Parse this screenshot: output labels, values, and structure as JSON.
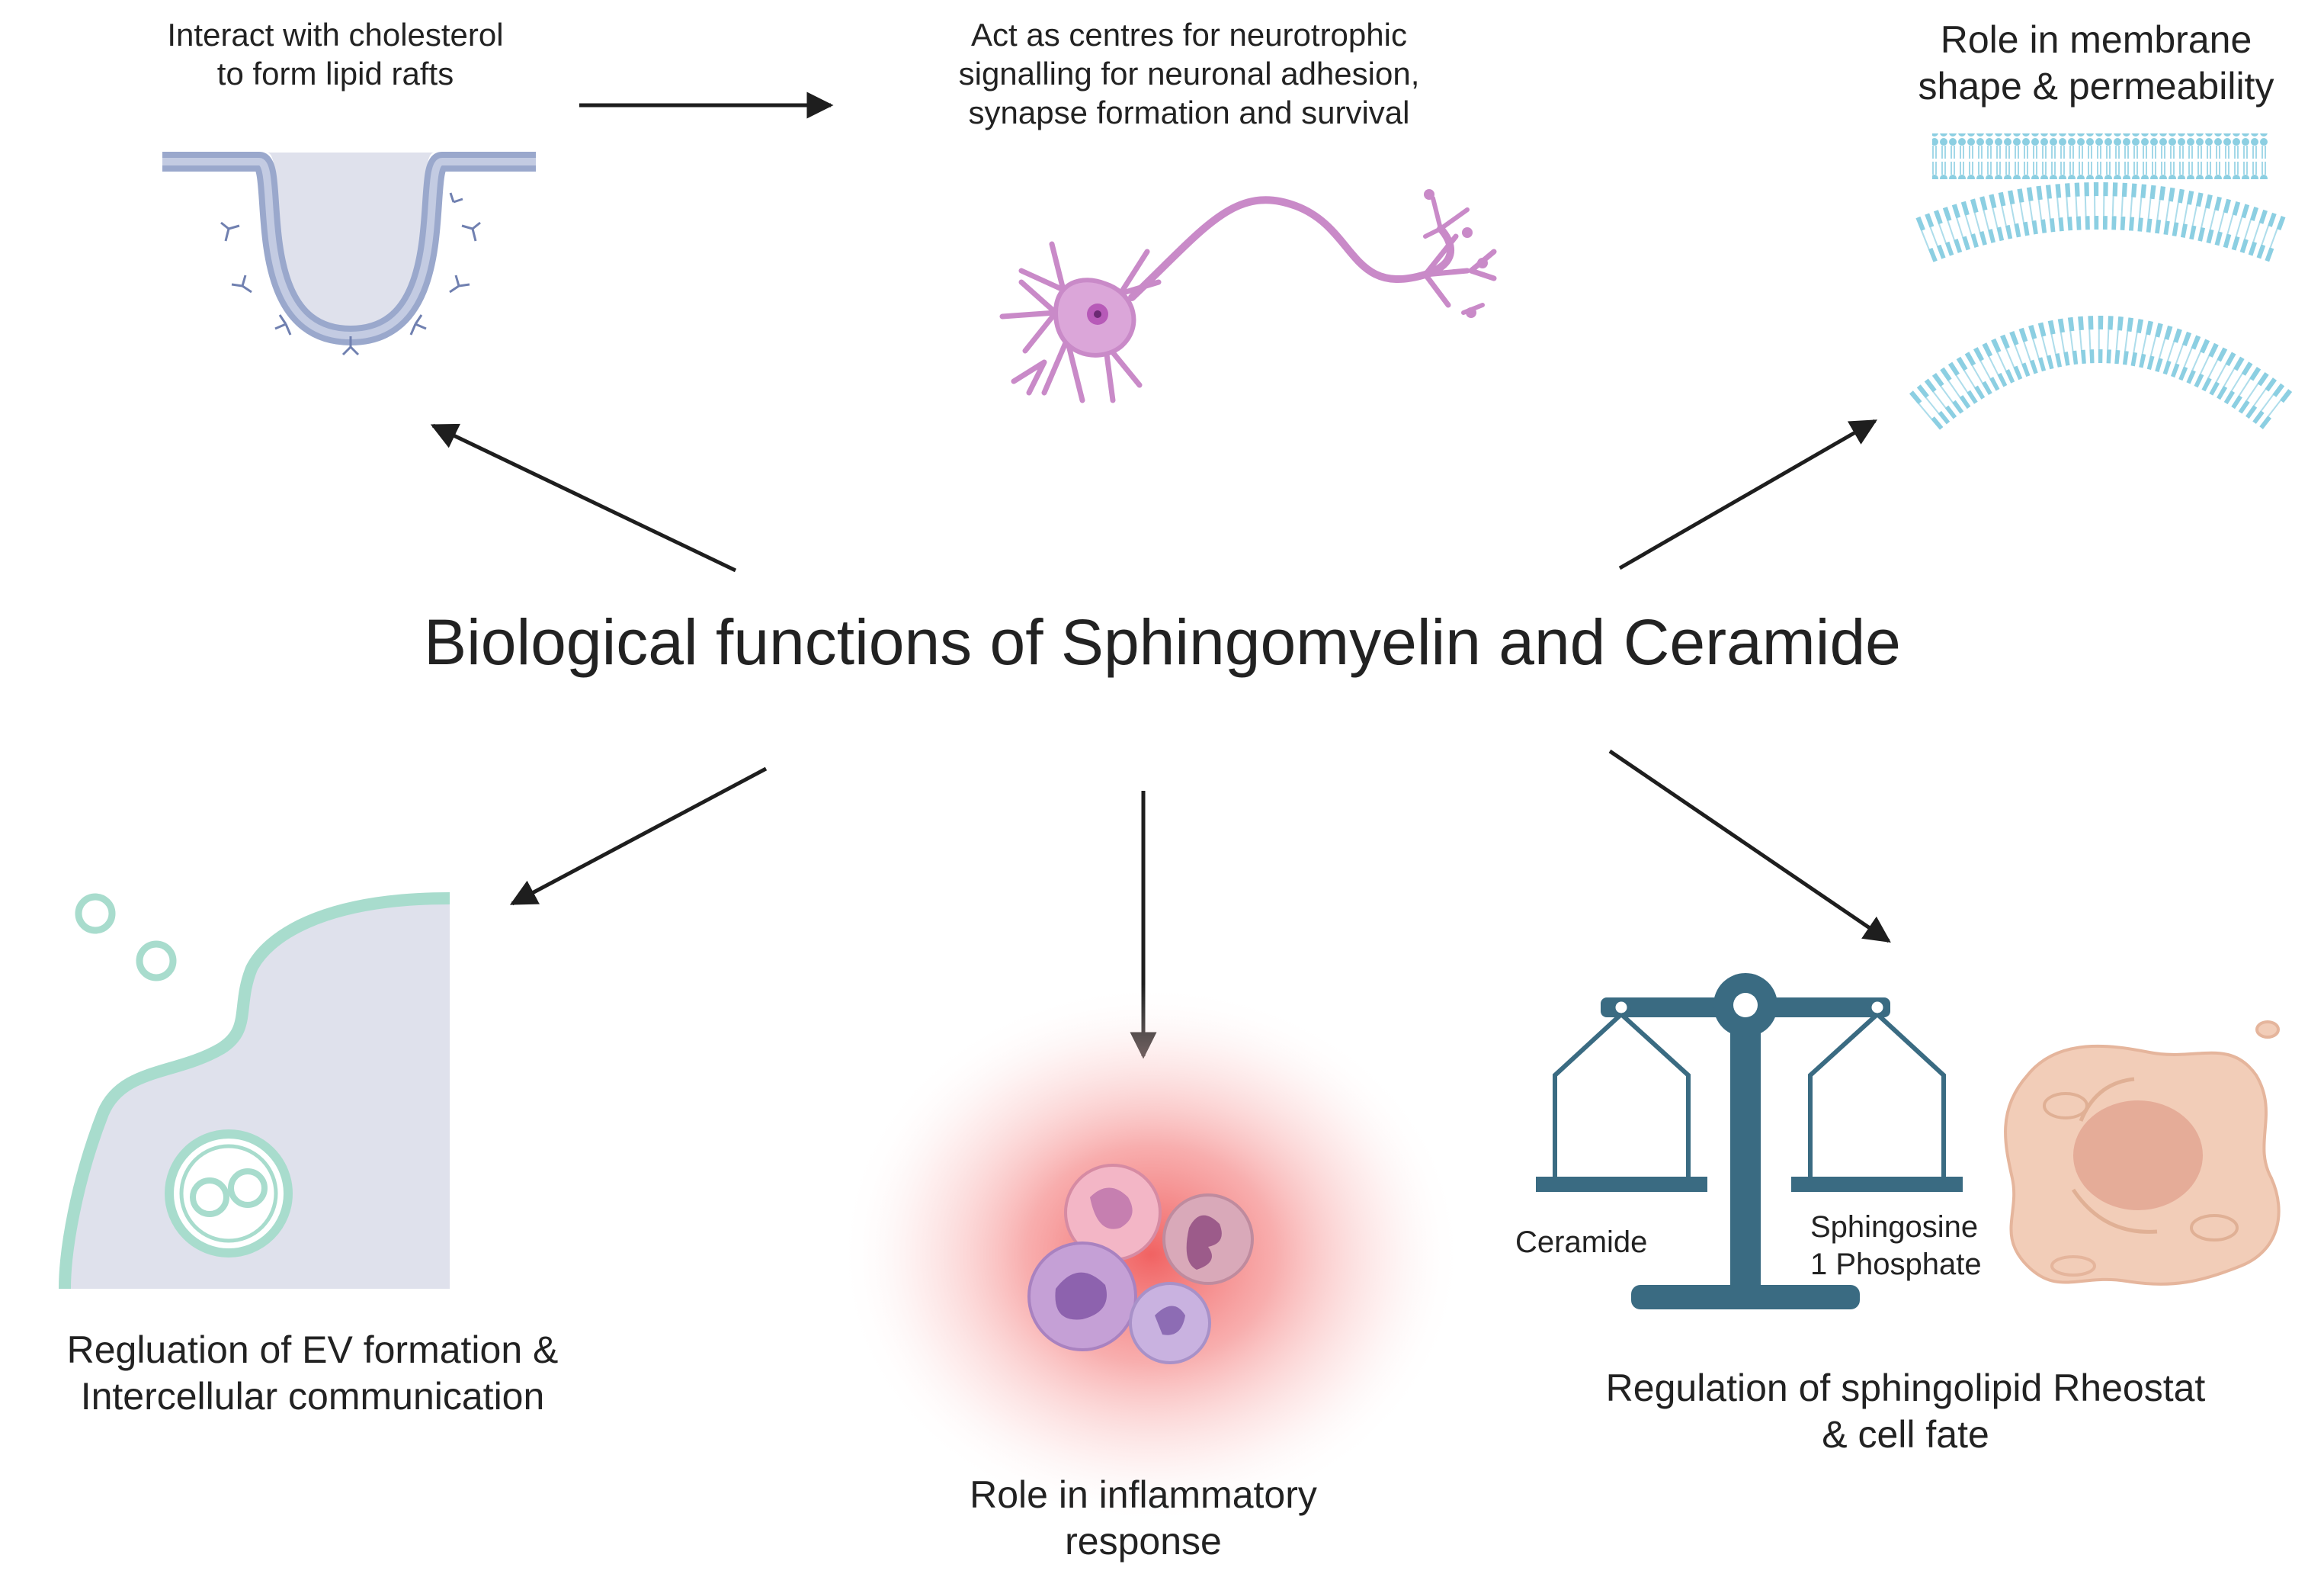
{
  "title": "Biological functions of Sphingomyelin and Ceramide",
  "functions": {
    "lipid_rafts": {
      "line1": "Interact with cholesterol",
      "line2": "to form lipid rafts"
    },
    "neurotrophic": {
      "line1": "Act as centres for neurotrophic",
      "line2": "signalling for neuronal adhesion,",
      "line3": "synapse formation and survival"
    },
    "membrane": {
      "line1": "Role in membrane",
      "line2": "shape & permeability"
    },
    "ev": {
      "line1": "Regluation of EV formation &",
      "line2": "Intercellular communication"
    },
    "inflammatory": {
      "line1": "Role in inflammatory",
      "line2": "response"
    },
    "rheostat": {
      "line1": "Regulation of sphingolipid Rheostat",
      "line2": "& cell fate"
    }
  },
  "scale": {
    "left_label": "Ceramide",
    "right_line1": "Sphingosine",
    "right_line2": "1 Phosphate"
  },
  "colors": {
    "text": "#222222",
    "arrow": "#1e1e1e",
    "raft_membrane": "#9aa8cc",
    "raft_bg": "#dfe1ec",
    "neuron": "#c98ac8",
    "bilayer": "#8ccfe2",
    "ev_membrane": "#a8dccd",
    "inflammation_glow": "#f26a6a",
    "scale": "#3a6b82",
    "cell": "#efc9b3"
  }
}
